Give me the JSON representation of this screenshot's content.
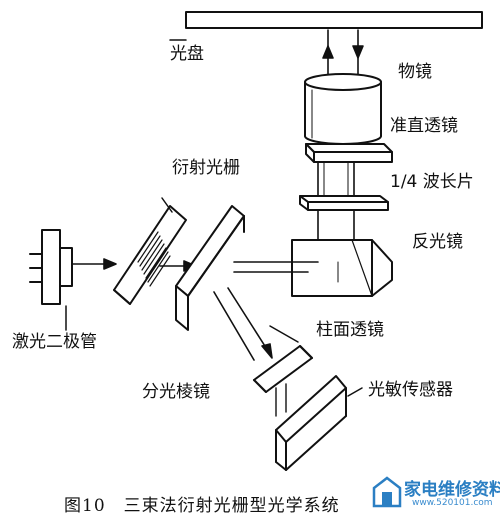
{
  "labels": {
    "disc": "光盘",
    "objective": "物镜",
    "collimator": "准直透镜",
    "quarter_wave": "1/4 波长片",
    "grating": "衍射光栅",
    "mirror": "反光镜",
    "laser": "激光二极管",
    "cyl_lens": "柱面透镜",
    "prism": "分光棱镜",
    "sensor": "光敏传感器"
  },
  "caption": "图10　三束法衍射光栅型光学系统",
  "watermark": {
    "text": "家电维修资料网",
    "url": "www.520101.com"
  },
  "colors": {
    "ink": "#111111",
    "watermark": "#2b7fc3"
  }
}
